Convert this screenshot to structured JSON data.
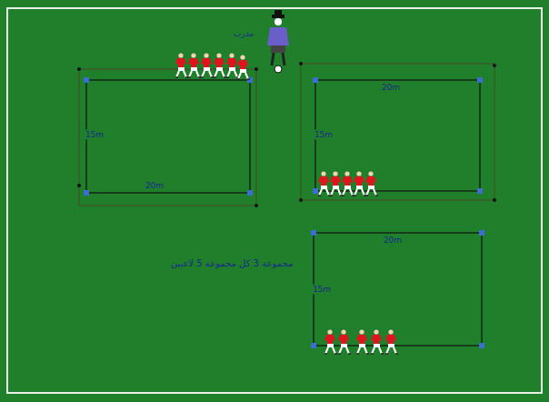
{
  "diagram": {
    "labels": [
      "مدرب",
      "15m",
      "20m",
      "20m",
      "15m",
      "20m",
      "15m",
      "مجموعة 3 كل مجموعة 5 لاعبين"
    ]
  }
}
